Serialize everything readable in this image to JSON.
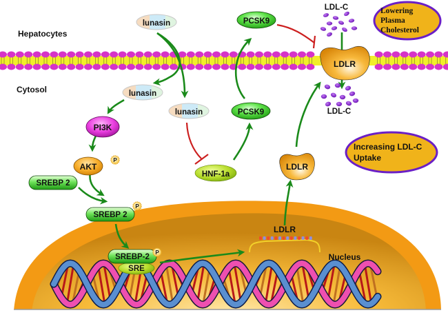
{
  "regions": {
    "hepatocytes": "Hepatocytes",
    "cytosol": "Cytosol",
    "nucleus": "Nucleus"
  },
  "nodes": {
    "lunasin_outside": "lunasin",
    "lunasin_cytosol_left": "lunasin",
    "lunasin_cytosol_mid": "lunasin",
    "pi3k": "PI3K",
    "akt": "AKT",
    "srebp2_inactive": "SREBP 2",
    "srebp2_phospho": "SREBP 2",
    "srebp2_nuclear": "SREBP-2",
    "sre": "SRE",
    "hnf1a": "HNF-1a",
    "pcsk9_cytosol": "PCSK9",
    "pcsk9_outside": "PCSK9",
    "ldlr_membrane": "LDLR",
    "ldlr_cytosol": "LDLR",
    "ldlr_gene": "LDLR",
    "ldlc_outside": "LDL-C",
    "ldlc_inside": "LDL-C",
    "phospho_badge": "P"
  },
  "outcomes": {
    "lowering": [
      "Lowering",
      "Plasma",
      "Cholesterol"
    ],
    "uptake": [
      "Increasing LDL-C",
      "Uptake"
    ]
  },
  "colors": {
    "activation_arrow": "#1a8a1a",
    "inhibition_arrow": "#cc1f1f",
    "membrane_head": "#d633c8",
    "membrane_tail": "#f2ee2a",
    "nucleus": "#f3a21c",
    "outcome_fill": "#f0b31a",
    "outcome_border": "#6a1fc6"
  }
}
